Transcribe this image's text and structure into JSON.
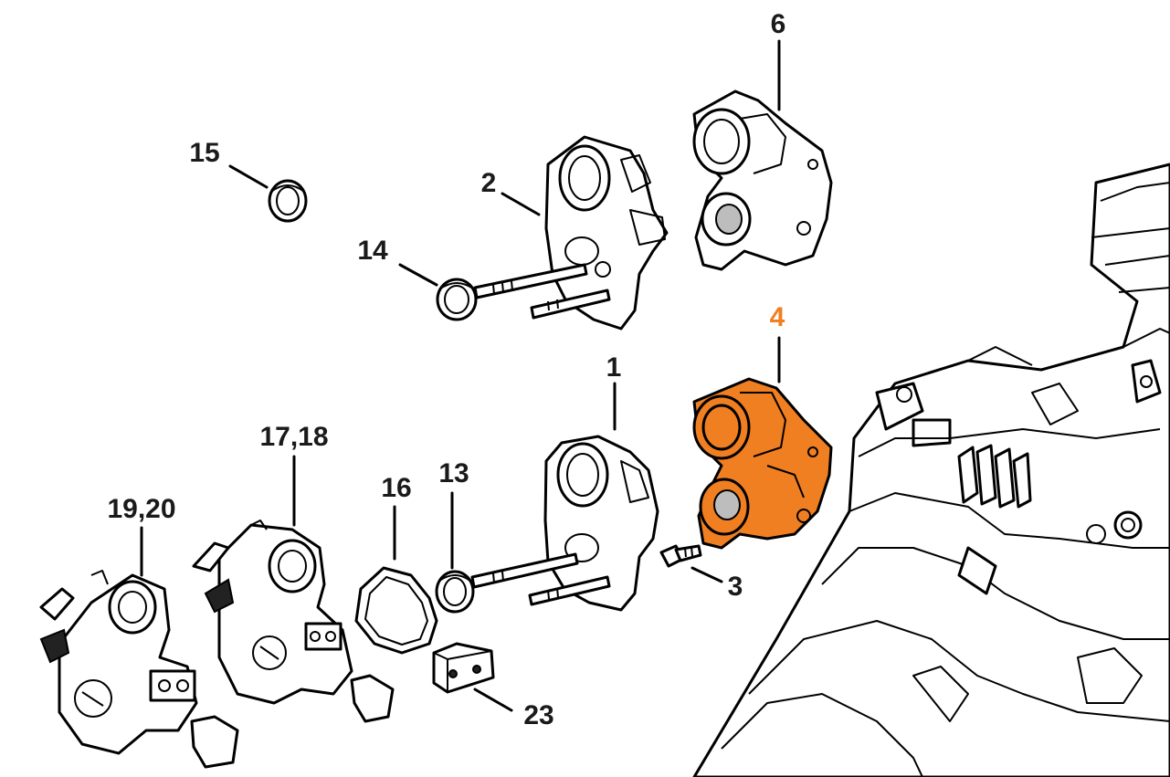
{
  "highlight_color": "#f07f22",
  "labels": {
    "p1": "1",
    "p2": "2",
    "p3": "3",
    "p4": "4",
    "p6": "6",
    "p13": "13",
    "p14": "14",
    "p15": "15",
    "p16": "16",
    "p17_18": "17,18",
    "p19_20": "19,20",
    "p23": "23"
  },
  "highlighted_part": "4"
}
